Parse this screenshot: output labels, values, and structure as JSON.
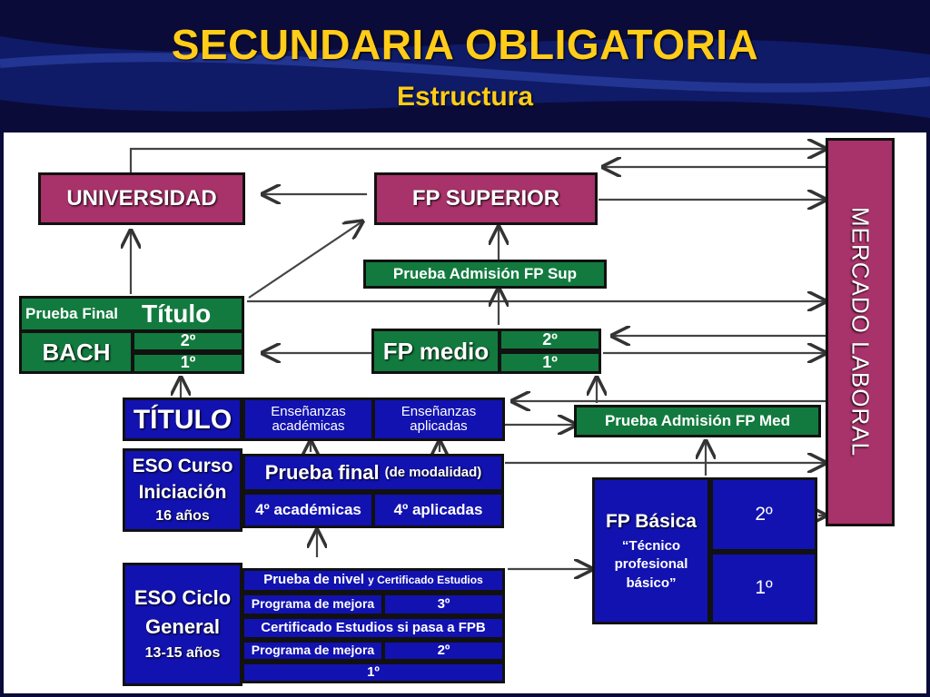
{
  "header": {
    "title": "SECUNDARIA OBLIGATORIA",
    "subtitle": "Estructura"
  },
  "diagram": {
    "universidad": "UNIVERSIDAD",
    "fp_superior": "FP SUPERIOR",
    "prueba_admision_fp_sup": "Prueba Admisión FP Sup",
    "mercado_laboral": "MERCADO LABORAL",
    "prueba_final": "Prueba Final",
    "titulo_bach": "Título",
    "bach": "BACH",
    "bach_2": "2º",
    "bach_1": "1º",
    "fp_medio": "FP medio",
    "fpm_2": "2º",
    "fpm_1": "1º",
    "titulo_eso": "TÍTULO",
    "ens_academicas": "Enseñanzas académicas",
    "ens_aplicadas": "Enseñanzas aplicadas",
    "prueba_admision_fp_med": "Prueba Admisión FP Med",
    "eso_curso_l1": "ESO Curso",
    "eso_curso_l2": "Iniciación",
    "eso_curso_age": "16 años",
    "prueba_final_modalidad": "Prueba final",
    "prueba_final_modalidad_small": "(de modalidad)",
    "cuarto_academicas": "4º académicas",
    "cuarto_aplicadas": "4º aplicadas",
    "fp_basica_title": "FP Básica",
    "fp_basica_desc1": "“Técnico",
    "fp_basica_desc2": "profesional",
    "fp_basica_desc3": "básico”",
    "fpb_2": "2º",
    "fpb_1": "1º",
    "eso_ciclo_l1": "ESO Ciclo",
    "eso_ciclo_l2": "General",
    "eso_ciclo_age": "13-15 años",
    "prueba_nivel": "Prueba de nivel",
    "prueba_nivel_small": "y Certificado Estudios",
    "programa_mejora_3": "Programa de mejora",
    "tercero": "3º",
    "certificado_fpb": "Certificado Estudios si pasa a FPB",
    "programa_mejora_2": "Programa de mejora",
    "segundo": "2º",
    "primero": "1º"
  }
}
